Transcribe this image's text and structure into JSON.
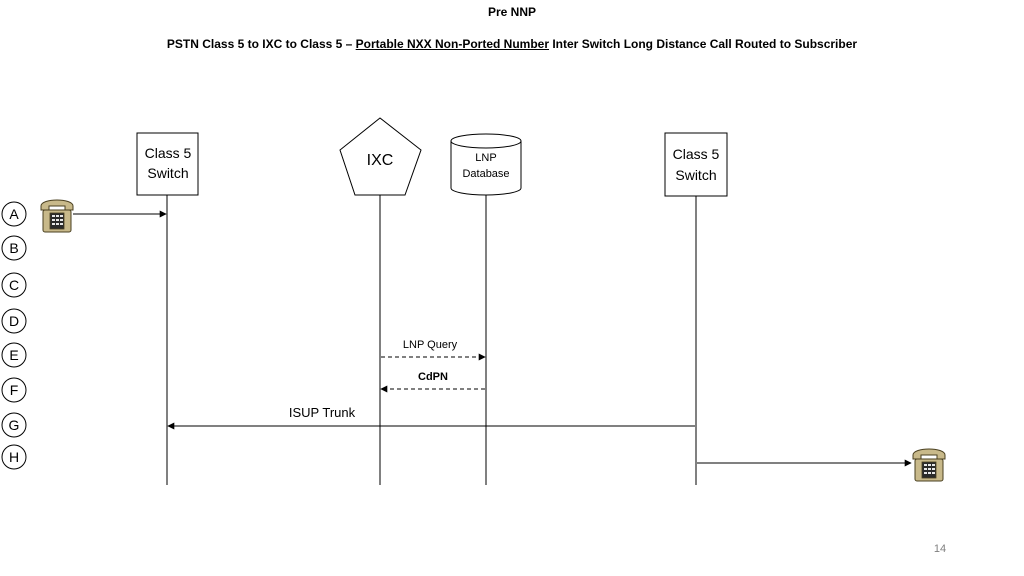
{
  "header": {
    "title": "Pre NNP",
    "subtitle_prefix": "PSTN Class 5 to IXC to Class 5 – ",
    "subtitle_underlined": "Portable NXX Non-Ported Number",
    "subtitle_suffix": " Inter Switch Long Distance Call Routed to Subscriber"
  },
  "nodes": {
    "class5_left": {
      "line1": "Class 5",
      "line2": "Switch"
    },
    "ixc": {
      "label": "IXC"
    },
    "lnp_db": {
      "line1": "LNP",
      "line2": "Database"
    },
    "class5_right": {
      "line1": "Class 5",
      "line2": "Switch"
    }
  },
  "steps": [
    "A",
    "B",
    "C",
    "D",
    "E",
    "F",
    "G",
    "H"
  ],
  "messages": {
    "lnp_query": "LNP Query",
    "cdpn": "CdPN",
    "isup_trunk": "ISUP Trunk"
  },
  "footer": {
    "page_number": "14"
  },
  "colors": {
    "line": "#000000",
    "phone_body": "#c8b98a",
    "phone_outline": "#4a4020",
    "page_number": "#7f7f7f"
  }
}
